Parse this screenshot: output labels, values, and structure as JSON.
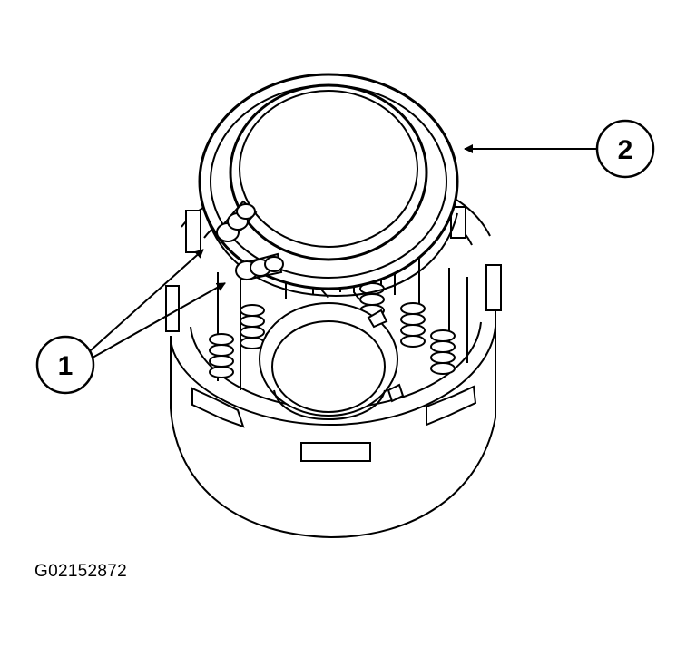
{
  "callouts": [
    {
      "label": "1",
      "meaning": ""
    },
    {
      "label": "2",
      "meaning": ""
    }
  ],
  "figure_id": "G02152872",
  "colors": {
    "line": "#000000",
    "background": "#ffffff"
  }
}
